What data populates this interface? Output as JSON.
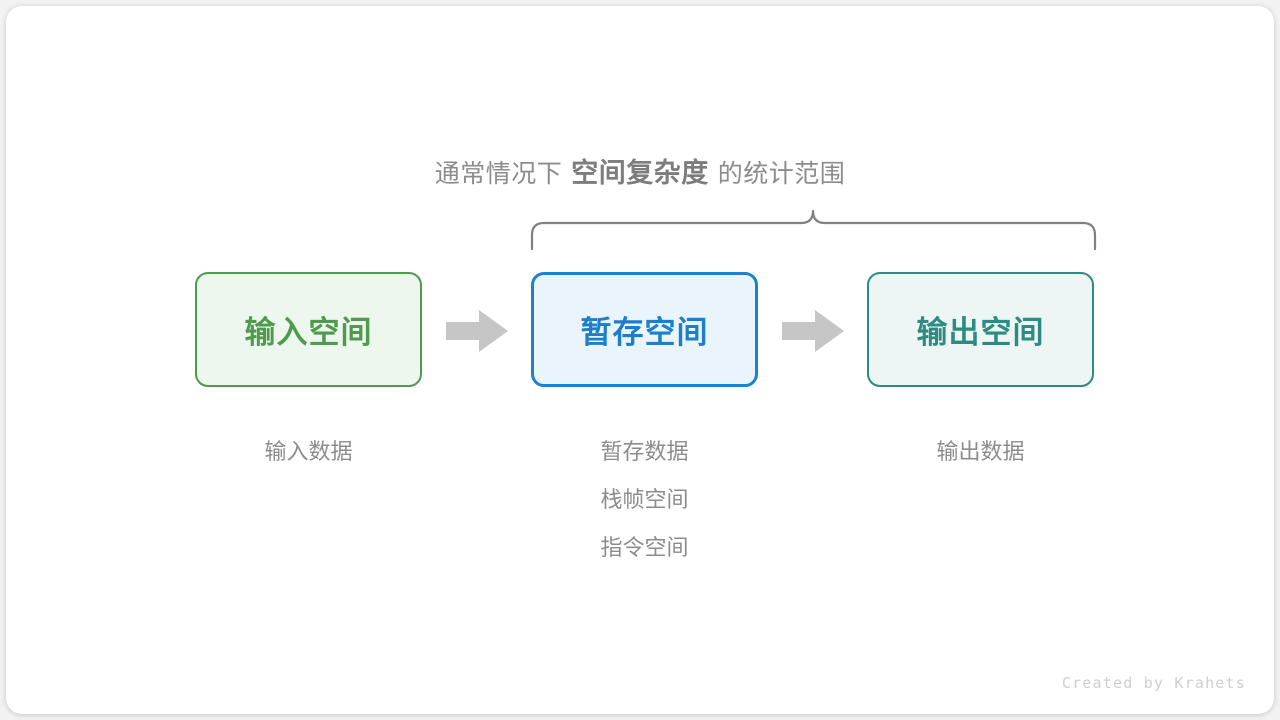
{
  "caption": {
    "prefix": "通常情况下",
    "emphasis": "空间复杂度",
    "suffix": "的统计范围"
  },
  "colors": {
    "input_border": "#4f9a4f",
    "input_fill": "#eef7ee",
    "temp_border": "#1e81ce",
    "temp_fill": "#e9f4fc",
    "output_border": "#2e8b81",
    "output_fill": "#edf6f4",
    "arrow": "#c6c6c6",
    "brace": "#808080",
    "muted_text": "#8c8c8c"
  },
  "diagram": {
    "boxes": [
      {
        "id": "input",
        "label": "输入空间"
      },
      {
        "id": "temp",
        "label": "暂存空间"
      },
      {
        "id": "output",
        "label": "输出空间"
      }
    ],
    "arrows": [
      {
        "id": "arrow-1",
        "from": "input",
        "to": "temp"
      },
      {
        "id": "arrow-2",
        "from": "temp",
        "to": "output"
      }
    ],
    "columns": [
      {
        "id": "input",
        "labels": [
          "输入数据"
        ]
      },
      {
        "id": "temp",
        "labels": [
          "暂存数据",
          "栈帧空间",
          "指令空间"
        ]
      },
      {
        "id": "output",
        "labels": [
          "输出数据"
        ]
      }
    ],
    "brace": {
      "covers": [
        "temp",
        "output"
      ]
    }
  },
  "credit": "Created by Krahets"
}
